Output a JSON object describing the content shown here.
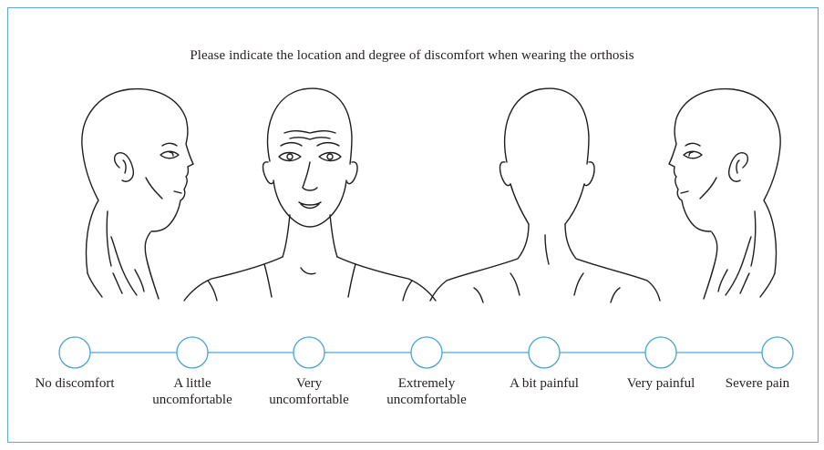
{
  "title": "Please indicate the location and degree of discomfort when wearing the orthosis",
  "views": [
    {
      "name": "left-profile"
    },
    {
      "name": "front"
    },
    {
      "name": "back"
    },
    {
      "name": "right-profile"
    }
  ],
  "scale": {
    "accent_color": "#4aa3d8",
    "levels": [
      {
        "label": "No discomfort"
      },
      {
        "label": "A little uncomfortable"
      },
      {
        "label": "Very uncomfortable"
      },
      {
        "label": "Extremely uncomfortable"
      },
      {
        "label": "A bit painful"
      },
      {
        "label": "Very painful"
      },
      {
        "label": "Severe pain"
      }
    ]
  }
}
